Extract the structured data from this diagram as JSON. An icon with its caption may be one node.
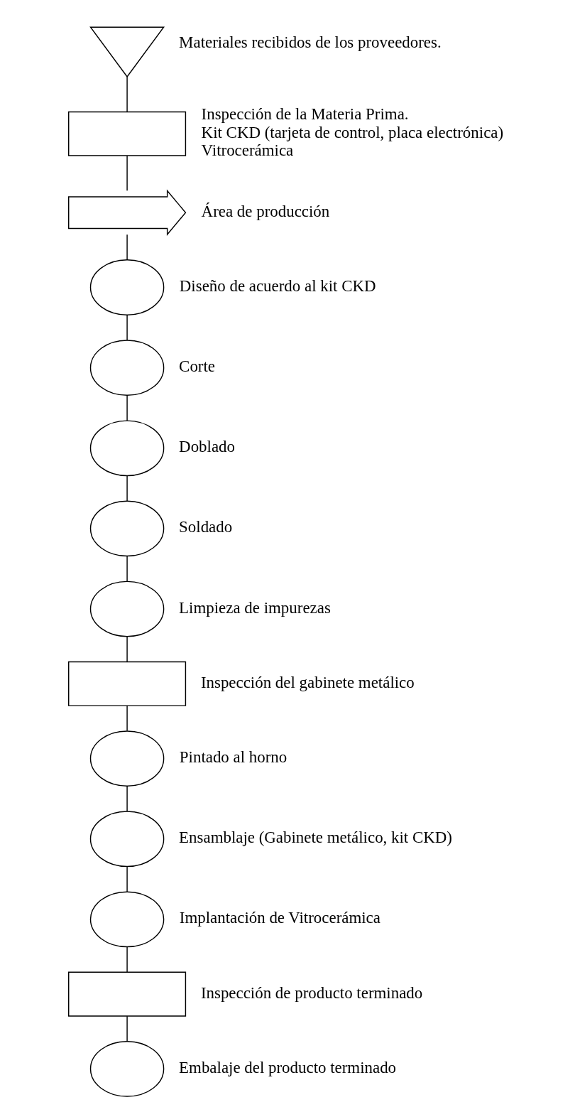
{
  "diagram": {
    "nodes": [
      {
        "text": [],
        "shape": "triangle",
        "beside": [
          "Materiales recibidos de los proveedores."
        ]
      },
      {
        "text": [],
        "shape": "box",
        "beside": [
          "Inspección de la Materia Prima.",
          "Kit CKD (tarjeta de control, placa electrónica)",
          "Vitrocerámica"
        ]
      },
      {
        "text": [],
        "shape": "arrow",
        "beside": [
          "Área de producción"
        ]
      },
      {
        "text": [],
        "shape": "ellipse",
        "beside": [
          "Diseño de acuerdo al kit CKD"
        ]
      },
      {
        "text": [],
        "shape": "ellipse",
        "beside": [
          "Corte"
        ]
      },
      {
        "text": [],
        "shape": "ellipse",
        "beside": [
          "Doblado"
        ]
      },
      {
        "text": [],
        "shape": "ellipse",
        "beside": [
          "Soldado"
        ]
      },
      {
        "text": [],
        "shape": "ellipse",
        "beside": [
          "Limpieza de impurezas"
        ]
      },
      {
        "text": [],
        "shape": "box",
        "beside": [
          "Inspección del gabinete metálico"
        ]
      },
      {
        "text": [],
        "shape": "ellipse",
        "beside": [
          "Pintado al horno"
        ]
      },
      {
        "text": [],
        "shape": "ellipse",
        "beside": [
          "Ensamblaje (Gabinete metálico, kit CKD)"
        ]
      },
      {
        "text": [],
        "shape": "ellipse",
        "beside": [
          "Implantación de Vitrocerámica"
        ]
      },
      {
        "text": [],
        "shape": "box",
        "beside": [
          "Inspección de producto terminado"
        ]
      },
      {
        "text": [],
        "shape": "ellipse",
        "beside": [
          "Embalaje del producto terminado"
        ]
      }
    ],
    "edges": [
      {
        "from": 0,
        "to": 1,
        "arrow": "none"
      },
      {
        "from": 1,
        "to": 2,
        "arrow": "none"
      },
      {
        "from": 2,
        "to": 3,
        "arrow": "none"
      },
      {
        "from": 3,
        "to": 4,
        "arrow": "none"
      },
      {
        "from": 4,
        "to": 5,
        "arrow": "none"
      },
      {
        "from": 5,
        "to": 6,
        "arrow": "none"
      },
      {
        "from": 6,
        "to": 7,
        "arrow": "none"
      },
      {
        "from": 7,
        "to": 8,
        "arrow": "none"
      },
      {
        "from": 8,
        "to": 9,
        "arrow": "none"
      },
      {
        "from": 9,
        "to": 10,
        "arrow": "none"
      },
      {
        "from": 10,
        "to": 11,
        "arrow": "none"
      },
      {
        "from": 11,
        "to": 12,
        "arrow": "none"
      },
      {
        "from": 12,
        "to": 13,
        "arrow": "none"
      }
    ]
  }
}
